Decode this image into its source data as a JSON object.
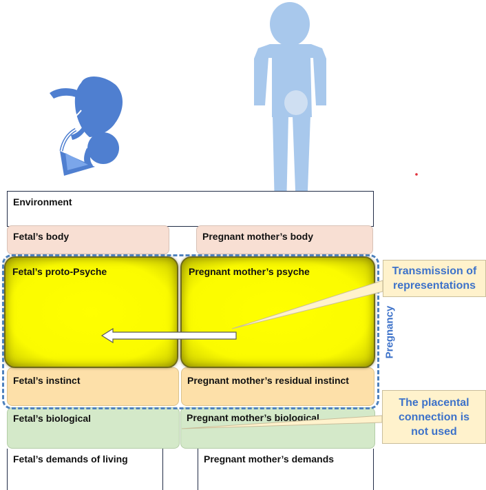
{
  "environment": {
    "label": "Environment"
  },
  "fetus": {
    "body": "Fetal’s body",
    "psyche": "Fetal’s proto-Psyche",
    "instinct": "Fetal’s instinct",
    "biological": "Fetal’s biological",
    "demands": "Fetal’s demands of living"
  },
  "mother": {
    "body": "Pregnant mother’s body",
    "psyche": "Pregnant mother’s psyche",
    "instinct": "Pregnant mother’s residual instinct",
    "biological": "Pregnant mother’s biological",
    "demands": "Pregnant mother’s demands"
  },
  "pregnancy": {
    "label": "Pregnancy"
  },
  "callouts": {
    "transmission": {
      "line1": "Transmission of",
      "line2": "representations"
    },
    "placental": {
      "line1": "The placental",
      "line2": "connection is",
      "line3": "not used"
    }
  },
  "icons": {
    "fetus": "fetus-icon",
    "mother": "pregnant-woman-icon",
    "arrow": "left-arrow-icon"
  },
  "colors": {
    "psyche": "#ffff00",
    "body": "#f8dfd3",
    "instinct": "#fde0a9",
    "biological": "#d4e9c9",
    "pregnancy": "#4e81bd",
    "callout_bg": "#fff2cc",
    "callout_text": "#3d72c9",
    "fetus_icon": "#4f7fd0",
    "mother_icon": "#a8c8ec"
  }
}
